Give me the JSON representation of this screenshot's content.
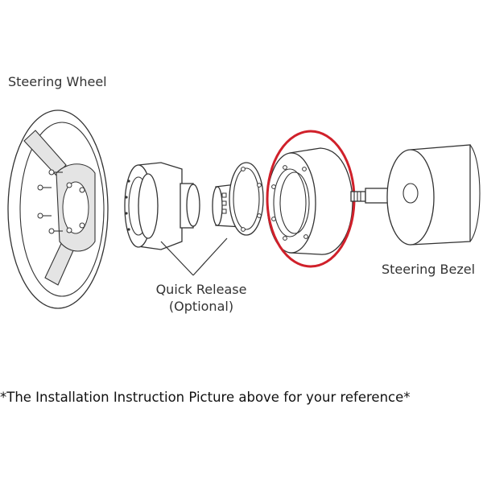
{
  "labels": {
    "steering_wheel": "Steering Wheel",
    "quick_release": "Quick Release",
    "optional": "(Optional)",
    "steering_bezel": "Steering Bezel"
  },
  "caption": "*The Installation Instruction Picture above for your reference*",
  "colors": {
    "line": "#333333",
    "highlight": "#d0202a",
    "background": "#ffffff"
  }
}
